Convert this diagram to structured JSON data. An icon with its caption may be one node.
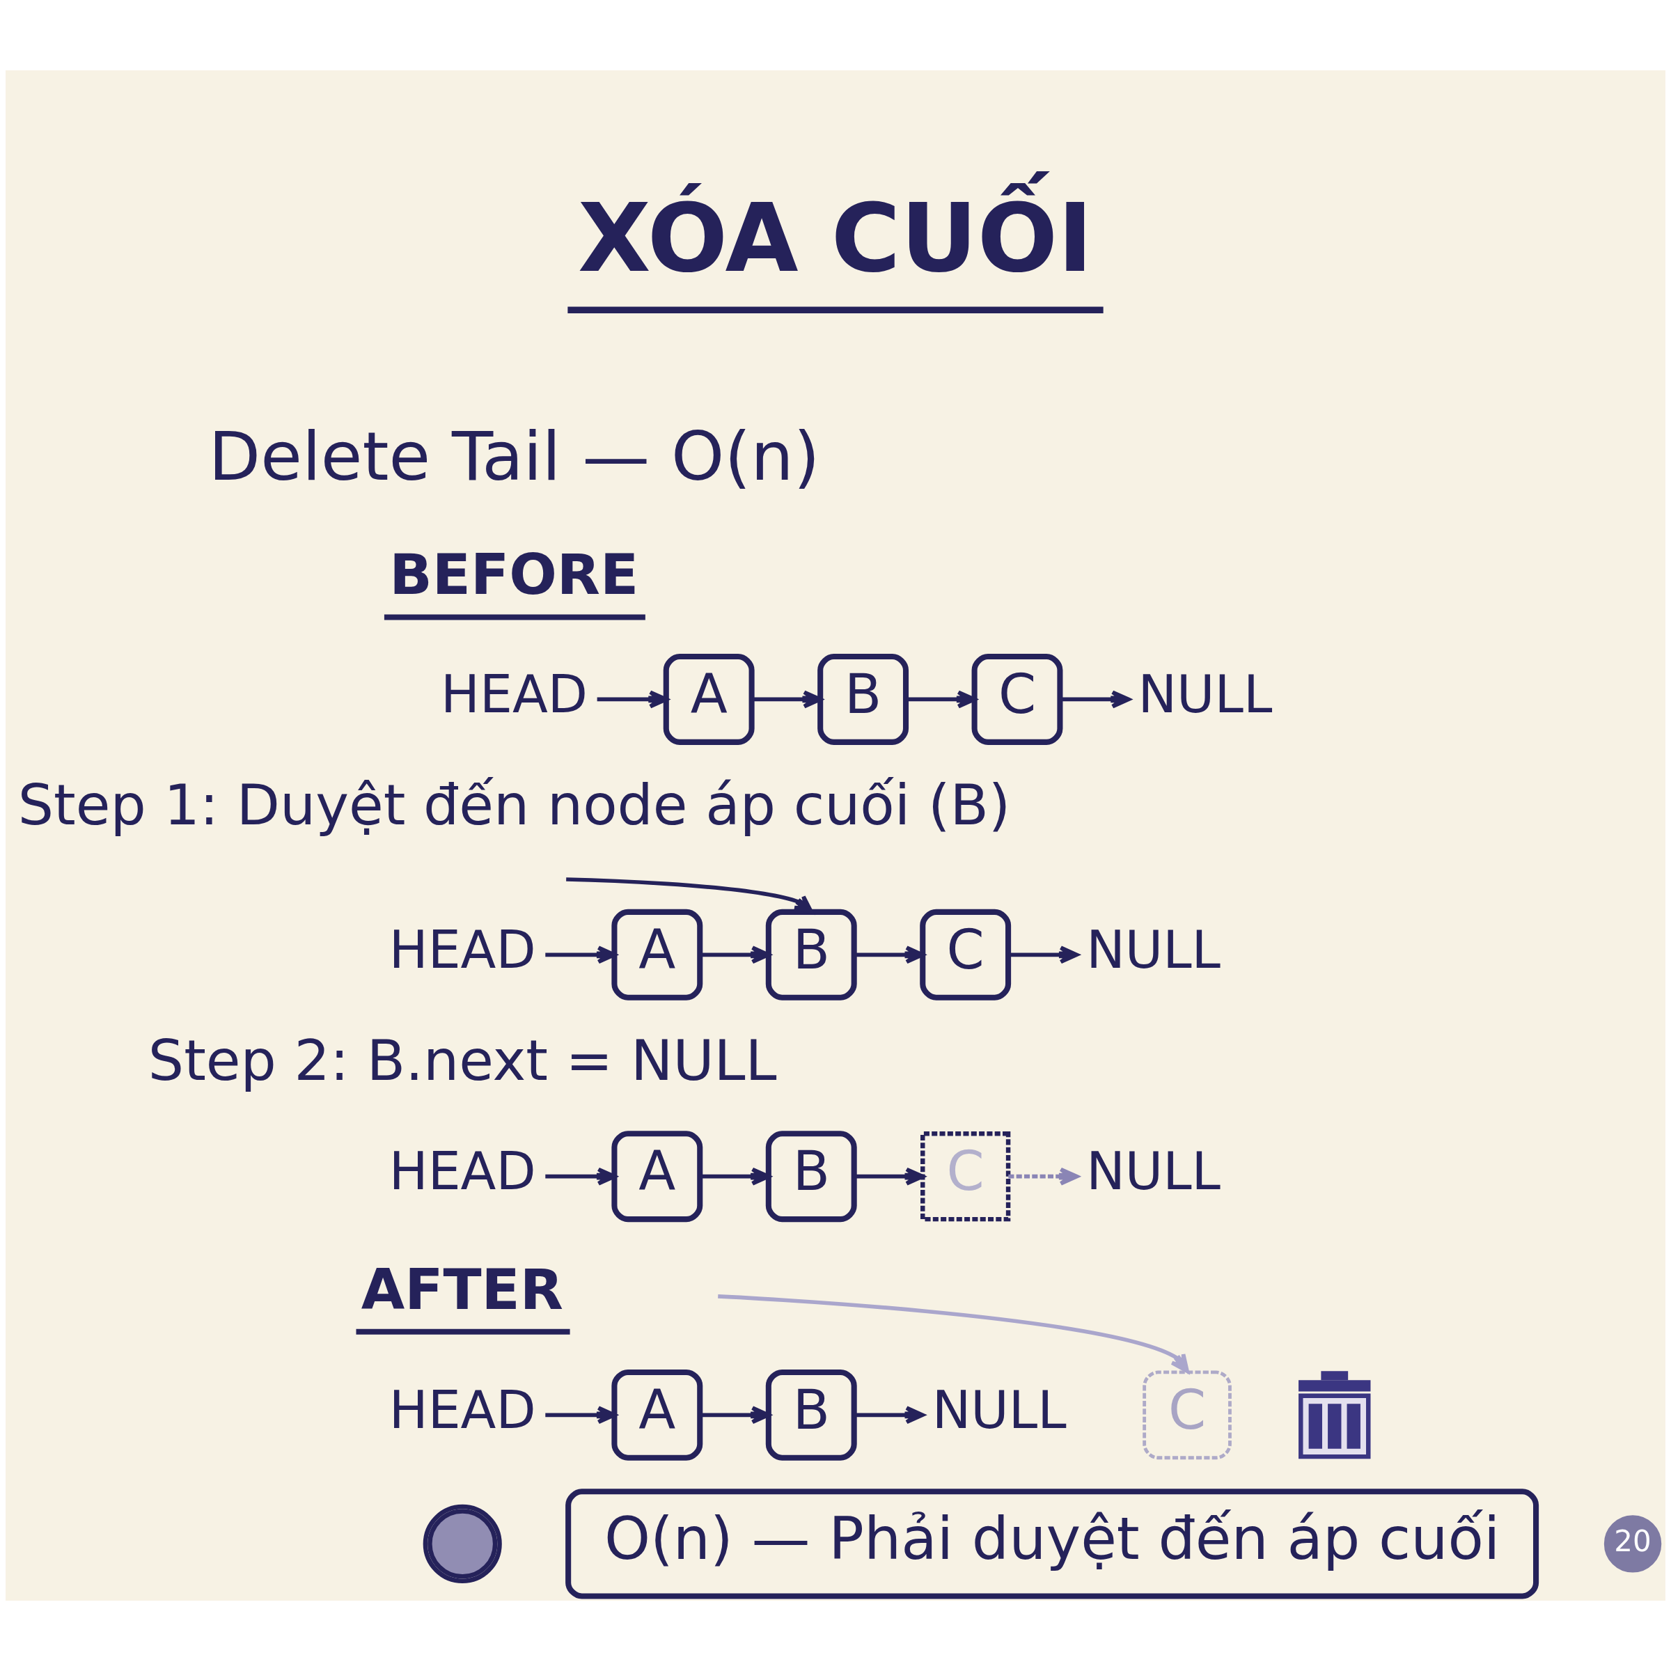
{
  "diagram": {
    "title": "XÓA CUỐI",
    "nodes": [
      {
        "text": [
          "HEAD"
        ]
      },
      {
        "text": [
          "A"
        ]
      },
      {
        "text": [
          "B"
        ]
      },
      {
        "text": [
          "C"
        ]
      },
      {
        "text": [
          "NULL"
        ]
      },
      {
        "text": [
          "HEAD"
        ]
      },
      {
        "text": [
          "A"
        ]
      },
      {
        "text": [
          "B"
        ]
      },
      {
        "text": [
          "C"
        ]
      },
      {
        "text": [
          "NULL"
        ]
      },
      {
        "text": [
          "HEAD"
        ]
      },
      {
        "text": [
          "A"
        ]
      },
      {
        "text": [
          "B"
        ]
      },
      {
        "text": [
          "C"
        ]
      },
      {
        "text": [
          "NULL"
        ]
      },
      {
        "text": [
          "HEAD"
        ]
      },
      {
        "text": [
          "A"
        ]
      },
      {
        "text": [
          "B"
        ]
      },
      {
        "text": [
          "NULL"
        ]
      },
      {
        "text": [
          "C"
        ]
      },
      {
        "text": [],
        "shape": "picture"
      },
      {
        "text": [],
        "shape": "picture"
      },
      {
        "text": [
          "O(n) — Phải duyệt đến áp cuối"
        ]
      },
      {
        "text": [
          "20"
        ]
      }
    ],
    "edges": [
      {
        "from": 0,
        "to": 1,
        "arrow": "to"
      },
      {
        "from": 1,
        "to": 2,
        "arrow": "to"
      },
      {
        "from": 2,
        "to": 3,
        "arrow": "to"
      },
      {
        "from": 3,
        "to": 4,
        "arrow": "to"
      },
      {
        "from": null,
        "to": 7,
        "arrow": "to"
      },
      {
        "from": 5,
        "to": 6,
        "arrow": "to"
      },
      {
        "from": 6,
        "to": 7,
        "arrow": "to"
      },
      {
        "from": 7,
        "to": 8,
        "arrow": "to"
      },
      {
        "from": 8,
        "to": 9,
        "arrow": "to"
      },
      {
        "from": 10,
        "to": 11,
        "arrow": "to"
      },
      {
        "from": 11,
        "to": 12,
        "arrow": "to"
      },
      {
        "from": 12,
        "to": 13,
        "arrow": "to"
      },
      {
        "from": 13,
        "to": 14,
        "arrow": "to",
        "style": "dashed",
        "color": "#8a85b5"
      },
      {
        "from": 15,
        "to": 16,
        "arrow": "to"
      },
      {
        "from": 16,
        "to": 17,
        "arrow": "to"
      },
      {
        "from": 17,
        "to": 18,
        "arrow": "to"
      },
      {
        "from": null,
        "to": 19,
        "arrow": "to",
        "color": "#aaa6cc"
      }
    ],
    "labels": [
      "Delete Tail — O(n)",
      "BEFORE",
      "Step 1: Duyệt đến node áp cuối (B)",
      "Step 2: B.next = NULL",
      "AFTER"
    ]
  }
}
